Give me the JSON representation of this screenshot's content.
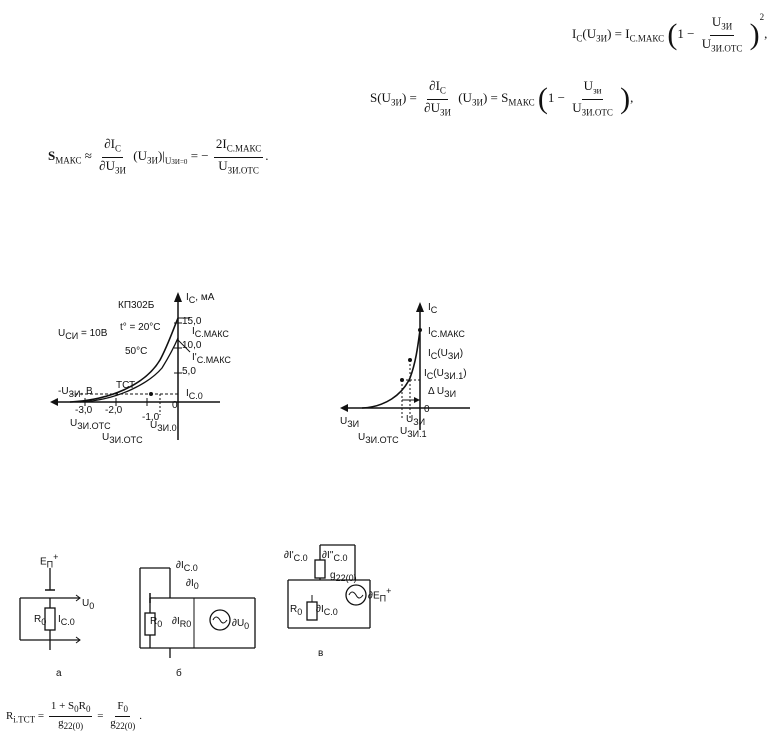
{
  "eq1": {
    "lhs": "I",
    "lhs_sub": "C",
    "lhs_arg": "(U",
    "lhs_arg_sub": "ЗИ",
    "eq_rhs": ") = I",
    "rhs_sub": "С.МАКС",
    "one_minus": "1 −",
    "num": "U",
    "num_sub": "ЗИ",
    "den": "U",
    "den_sub": "ЗИ.ОТС",
    "power": "2",
    "tail": ","
  },
  "eq2": {
    "lhs": "S(U",
    "lhs_sub": "ЗИ",
    "mid": ") =",
    "num": "∂I",
    "num_sub": "C",
    "den": "∂U",
    "den_sub": "ЗИ",
    "arg": "(U",
    "arg_sub": "ЗИ",
    "eq_rhs": ") = S",
    "rhs_sub": "МАКС",
    "one_minus": "1 −",
    "fnum": "U",
    "fnum_sub": "зи",
    "fden": "U",
    "fden_sub": "ЗИ.ОТС",
    "tail": ","
  },
  "eq3": {
    "lhs": "S",
    "lhs_sub": "МАКС",
    "approx": "≈",
    "num": "∂I",
    "num_sub": "C",
    "den": "∂U",
    "den_sub": "ЗИ",
    "arg": "(U",
    "arg_sub": "ЗИ",
    "cond": ")|",
    "cond_sub": "U",
    "cond_sub2": "ЗИ=0",
    "eq": "= −",
    "rnum": "2I",
    "rnum_sub": "С.МАКС",
    "rden": "U",
    "rden_sub": "ЗИ.ОТС",
    "tail": "."
  },
  "graph1": {
    "device": "КП302Б",
    "u_si": "U",
    "u_si_sub": "СИ",
    "u_si_val": "= 10В",
    "temp": "t° = 20°C",
    "temp2": "50°C",
    "y_axis": "I",
    "y_axis_sub": "C",
    "y_unit": ", мА",
    "ticks_y": [
      "15,0",
      "10,0",
      "5,0"
    ],
    "ic_maks": "I",
    "ic_maks_sub": "С.МАКС",
    "ic_maks2": "I'",
    "ic_maks2_sub": "С.МАКС",
    "ic0": "I",
    "ic0_sub": "С.0",
    "tst": "ТСТ",
    "x_axis": "-U",
    "x_axis_sub": "ЗИ",
    "x_unit": ", В",
    "ticks_x": [
      "-3,0",
      "-2,0",
      "-1,0",
      "0"
    ],
    "u_ziots": "U",
    "u_ziots_sub": "ЗИ.ОТС",
    "u_ziots2": "U",
    "u_ziots2_sub": "ЗИ.ОТС",
    "u_zi0": "U",
    "u_zi0_sub": "ЗИ.0"
  },
  "graph2": {
    "y_axis": "I",
    "y_axis_sub": "C",
    "ic_maks": "I",
    "ic_maks_sub": "С.МАКС",
    "ic_uzi": "I",
    "ic_uzi_sub": "C",
    "ic_uzi_arg": "(U",
    "ic_uzi_arg_sub": "ЗИ",
    "ic_uzi_close": ")",
    "ic_uzi1": "I",
    "ic_uzi1_sub": "C",
    "ic_uzi1_arg": "(U",
    "ic_uzi1_arg_sub": "ЗИ.1",
    "ic_uzi1_close": ")",
    "delta": "Δ U",
    "delta_sub": "ЗИ",
    "zero": "0",
    "x_axis": "U",
    "x_axis_sub": "ЗИ",
    "u_ziots": "U",
    "u_ziots_sub": "ЗИ.ОТС",
    "u_zi": "U",
    "u_zi_sub": "ЗИ",
    "u_zi1": "U",
    "u_zi1_sub": "ЗИ.1"
  },
  "circuits": {
    "a": {
      "label": "а",
      "supply": "E",
      "supply_sub": "П",
      "supply_sup": "+",
      "u0": "U",
      "u0_sub": "0",
      "r0": "R",
      "r0_sub": "0",
      "ic0": "I",
      "ic0_sub": "С.0"
    },
    "b": {
      "label": "б",
      "dic0": "∂I",
      "dic0_sub": "С.0",
      "di0": "∂I",
      "di0_sub": "0",
      "r0": "R",
      "r0_sub": "0",
      "dir0": "∂I",
      "dir0_sub": "R0",
      "du0": "∂U",
      "du0_sub": "0"
    },
    "c": {
      "label": "в",
      "dic0p": "∂I'",
      "dic0p_sub": "С.0",
      "dic0pp": "∂I''",
      "dic0pp_sub": "С.0",
      "g22": "g",
      "g22_sub": "22(0)",
      "r0": "R",
      "r0_sub": "0",
      "dic0": "∂I",
      "dic0_sub": "С.0",
      "dep": "∂E",
      "dep_sub": "П",
      "dep_sup": "+"
    }
  },
  "eq4": {
    "lhs": "R",
    "lhs_sub": "i.ТСТ",
    "eq": "=",
    "num": "1 + S",
    "num_sub": "0",
    "num2": "R",
    "num2_sub": "0",
    "den": "g",
    "den_sub": "22(0)",
    "eq2": "=",
    "num3": "F",
    "num3_sub": "0",
    "den3": "g",
    "den3_sub": "22(0)",
    "tail": "."
  }
}
